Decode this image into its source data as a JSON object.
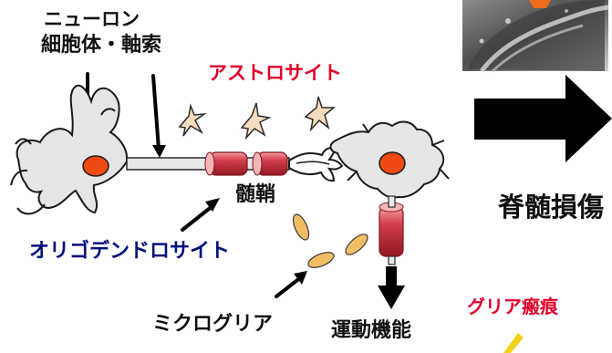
{
  "labels": {
    "neuron": "ニューロン",
    "soma_axon": "細胞体・軸索",
    "astrocyte": "アストロサイト",
    "myelin": "髄鞘",
    "oligodendrocyte": "オリゴデンドロサイト",
    "microglia": "ミクログリア",
    "motor_function": "運動機能",
    "spinal_cord_injury": "脊髄損傷",
    "glial_scar": "グリア瘢痕"
  },
  "colors": {
    "astrocyte_text": "#e0002a",
    "oligodendrocyte_text": "#00107a",
    "glial_scar_text": "#e0002a",
    "nucleus": "#ef4a12",
    "myelin": "#cf3b49",
    "microglia": "#f0be63",
    "astrocyte_fill": "#f7ddbd",
    "cell_fill": "#e6e6e6"
  }
}
